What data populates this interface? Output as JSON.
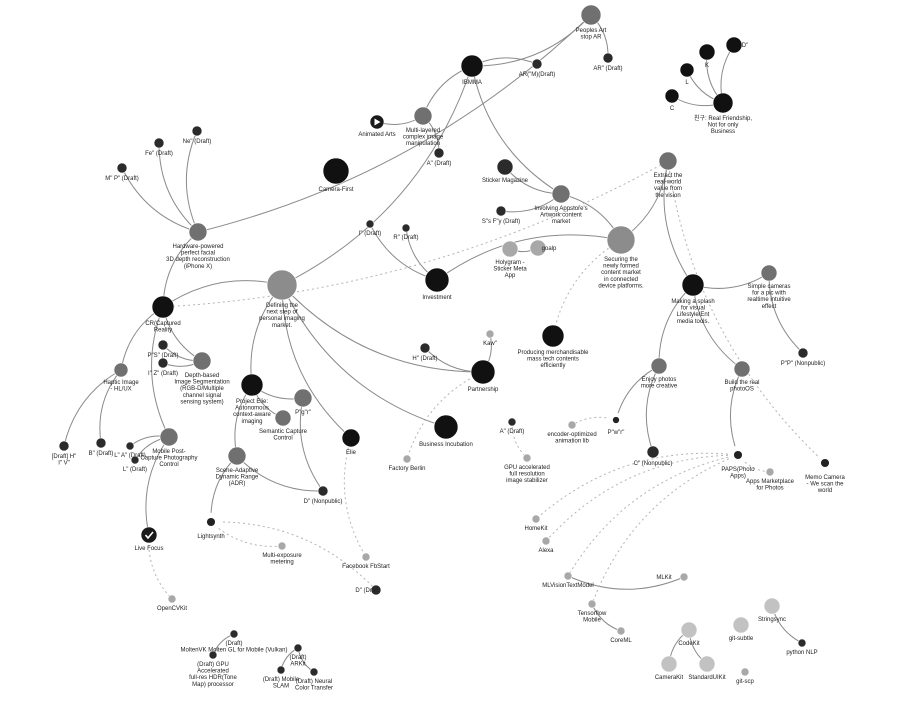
{
  "nodes": [
    {
      "id": "peoples_art",
      "label": "Peoples Art\nstop AR",
      "kind": "mid"
    },
    {
      "id": "ar_m_draft",
      "label": "AR(\"M)(Draft)",
      "kind": "dark"
    },
    {
      "id": "ar_draft",
      "label": "AR\" (Draft)",
      "kind": "dark"
    },
    {
      "id": "ibmma",
      "label": "IBMMA",
      "kind": "black"
    },
    {
      "id": "k",
      "label": "K",
      "kind": "black"
    },
    {
      "id": "d_top",
      "label": "D\"",
      "kind": "black"
    },
    {
      "id": "l_top",
      "label": "L",
      "kind": "black"
    },
    {
      "id": "c_top",
      "label": "C",
      "kind": "black"
    },
    {
      "id": "real_friend",
      "label": "친구: Real Friendship,\nNot for only\nBusiness",
      "kind": "black"
    },
    {
      "id": "animated_arts",
      "label": "Animated Arts",
      "kind": "play"
    },
    {
      "id": "multilayered",
      "label": "Multi-layered\ncomplex image\nmanipulation",
      "kind": "mid"
    },
    {
      "id": "a_draft_mid",
      "label": "A\" (Draft)",
      "kind": "dark"
    },
    {
      "id": "ne_draft",
      "label": "Ne\" (Draft)",
      "kind": "dark"
    },
    {
      "id": "fe_draft",
      "label": "Fe\" (Draft)",
      "kind": "dark"
    },
    {
      "id": "m_p_draft",
      "label": "M\" P\" (Draft)",
      "kind": "dark"
    },
    {
      "id": "hardware_facial",
      "label": "Hardware-powered\nperfect facial\n3D depth reconstruction\n(iPhone X)",
      "kind": "mid"
    },
    {
      "id": "camera_first",
      "label": "Camera-First",
      "kind": "black"
    },
    {
      "id": "sticker_mag",
      "label": "Sticker Magazine",
      "kind": "dark"
    },
    {
      "id": "s_f_draft",
      "label": "S\"s F\"y (Draft)",
      "kind": "dark"
    },
    {
      "id": "involving_appstore",
      "label": "Involving Appstore's\nArtwork content\nmarket",
      "kind": "mid"
    },
    {
      "id": "extract_value",
      "label": "Extract the\nreal-world\nvalue from\nthe vision",
      "kind": "mid"
    },
    {
      "id": "i_draft",
      "label": "I\" (Draft)",
      "kind": "dark"
    },
    {
      "id": "r_draft",
      "label": "R\" (Draft)",
      "kind": "dark"
    },
    {
      "id": "holygram",
      "label": "Holygram -\nSticker Meta\nApp",
      "kind": "light"
    },
    {
      "id": "goalp",
      "label": "goalp",
      "kind": "light"
    },
    {
      "id": "securing_platform",
      "label": "Securing the\nnewly formed\ncontent market\nin connected\ndevice platforms.",
      "kind": "big"
    },
    {
      "id": "investment",
      "label": "Investment",
      "kind": "black"
    },
    {
      "id": "defining_imaging",
      "label": "Defining the\nnext step of\npersonal imaging\nmarket.",
      "kind": "big"
    },
    {
      "id": "cr_reality",
      "label": "CR(Captured\nReality",
      "kind": "black"
    },
    {
      "id": "making_splash",
      "label": "Making a splash\nfor visual\nLifestyle/Ent\nmedia tools.",
      "kind": "black"
    },
    {
      "id": "simple_cameras",
      "label": "Simple cameras\nfor a pic with\nrealtime intuitive\neffect",
      "kind": "mid"
    },
    {
      "id": "p_p_nonpublic",
      "label": "P\"P\" (Nonpublic)",
      "kind": "dark"
    },
    {
      "id": "kaw",
      "label": "Kaw\"",
      "kind": "light"
    },
    {
      "id": "p_s_draft",
      "label": "P\"S\" (Draft)",
      "kind": "dark"
    },
    {
      "id": "depth_seg",
      "label": "Depth-based\nImage Segmentation\n(RGB-D/Multiple\nchannel signal\nsensing system)",
      "kind": "mid"
    },
    {
      "id": "i_z_draft",
      "label": "I\" Z\" (Draft)",
      "kind": "dark"
    },
    {
      "id": "haptic_image",
      "label": "Haptic Image\n- HL/UX",
      "kind": "mid"
    },
    {
      "id": "h_draft",
      "label": "H\" (Draft)",
      "kind": "dark"
    },
    {
      "id": "producing_merch",
      "label": "Producing merchandisable\nmass tech contents\nefficiently",
      "kind": "black"
    },
    {
      "id": "partnership",
      "label": "Partnership",
      "kind": "black"
    },
    {
      "id": "enjoy_photos",
      "label": "Enjoy photos\nmore creative",
      "kind": "mid"
    },
    {
      "id": "build_photos",
      "label": "Build the real\nphotoOS",
      "kind": "mid"
    },
    {
      "id": "project_elie",
      "label": "Project Elie:\nAutonomous\ncontext-aware\nimaging",
      "kind": "black"
    },
    {
      "id": "p_g_draft",
      "label": "P\"g\"r\"",
      "kind": "mid"
    },
    {
      "id": "semantic_capture",
      "label": "Semantic Capture\nControl",
      "kind": "mid"
    },
    {
      "id": "elie",
      "label": "Elie",
      "kind": "black"
    },
    {
      "id": "business_incubation",
      "label": "Business Incubation",
      "kind": "black"
    },
    {
      "id": "a_draft_right",
      "label": "A\" (Draft)",
      "kind": "dark"
    },
    {
      "id": "p_w",
      "label": "P\"w\"r\"",
      "kind": "ring"
    },
    {
      "id": "encoder_anim",
      "label": "encoder-optimized\nanimation lib",
      "kind": "light"
    },
    {
      "id": "c_nonpublic",
      "label": "C\" (Nonpublic)",
      "kind": "dark"
    },
    {
      "id": "draft_h_v",
      "label": "[Draft] H\"\nI\" V\"",
      "kind": "dark"
    },
    {
      "id": "b_draft",
      "label": "B\" (Draft)",
      "kind": "dark"
    },
    {
      "id": "l_a_draft",
      "label": "L\" A\" (Draft)",
      "kind": "dark"
    },
    {
      "id": "l_draft",
      "label": "L\" (Draft)",
      "kind": "dark"
    },
    {
      "id": "mobile_post",
      "label": "Mobile Post-\nCapture Photography\nControl",
      "kind": "mid"
    },
    {
      "id": "scene_adaptive",
      "label": "Scene-Adaptive\nDynamic Range\n(ADR)",
      "kind": "mid"
    },
    {
      "id": "d_nonpublic",
      "label": "D\" (Nonpublic)",
      "kind": "dark"
    },
    {
      "id": "factory_berlin",
      "label": "Factory Berlin",
      "kind": "light"
    },
    {
      "id": "gpu_stabilizer",
      "label": "GPU accelerated\nfull resolution\nimage stabilizer",
      "kind": "light"
    },
    {
      "id": "paps_photo",
      "label": "PAPS(Photo\nApps)",
      "kind": "ring"
    },
    {
      "id": "apps_marketplace",
      "label": "Apps Marketplace\nfor Photos",
      "kind": "light"
    },
    {
      "id": "memo_camera",
      "label": "Memo Camera\n- We scan the\nworld",
      "kind": "ring"
    },
    {
      "id": "live_focus",
      "label": "Live Focus",
      "kind": "check"
    },
    {
      "id": "lightsynth",
      "label": "Lightsynth",
      "kind": "ring"
    },
    {
      "id": "multi_exposure",
      "label": "Multi-exposure\nmetering",
      "kind": "light"
    },
    {
      "id": "facebook_fbstart",
      "label": "Facebook FbStart",
      "kind": "light"
    },
    {
      "id": "homekit",
      "label": "HomeKit",
      "kind": "light"
    },
    {
      "id": "alexa",
      "label": "Alexa",
      "kind": "light"
    },
    {
      "id": "mlvision",
      "label": "MLVisionTextModel",
      "kind": "light"
    },
    {
      "id": "mlkit",
      "label": "MLKit",
      "kind": "light"
    },
    {
      "id": "d_draft_bottom",
      "label": "D\" (Draft)",
      "kind": "dark"
    },
    {
      "id": "opencvkit",
      "label": "OpenCVKit",
      "kind": "light"
    },
    {
      "id": "tensorflow",
      "label": "Tensorflow\nMobile",
      "kind": "light"
    },
    {
      "id": "coreml",
      "label": "CoreML",
      "kind": "light"
    },
    {
      "id": "codekit",
      "label": "CodeKit",
      "kind": "lightbig"
    },
    {
      "id": "gitsubtle",
      "label": "git-subtle",
      "kind": "lightbig"
    },
    {
      "id": "stringsync",
      "label": "Stringsync",
      "kind": "lightbig"
    },
    {
      "id": "python_nlp",
      "label": "python NLP",
      "kind": "dark"
    },
    {
      "id": "camerakit",
      "label": "CameraKit",
      "kind": "lightbig"
    },
    {
      "id": "standarduikit",
      "label": "StandardUIKit",
      "kind": "lightbig"
    },
    {
      "id": "gitscp",
      "label": "git-scp",
      "kind": "light"
    },
    {
      "id": "draft_metal",
      "label": "(Draft)\nMoltenVK Molten GL for Mobile (Vulkan)",
      "kind": "dark"
    },
    {
      "id": "draft_gpu_hdr",
      "label": "(Draft) GPU\nAccelerated\nfull-res HDR(Tone\nMap) processor",
      "kind": "dark"
    },
    {
      "id": "draft_arkit",
      "label": "(Draft)\nARKit",
      "kind": "dark"
    },
    {
      "id": "draft_mobile_slam",
      "label": "(Draft) Mobile\nSLAM",
      "kind": "dark"
    },
    {
      "id": "draft_neural",
      "label": "(Draft) Neural\nColor Transfer",
      "kind": "dark"
    }
  ],
  "edges": [
    [
      "ibmma",
      "peoples_art"
    ],
    [
      "ar_m_draft",
      "ibmma"
    ],
    [
      "ar_draft",
      "peoples_art"
    ],
    [
      "k",
      "real_friend"
    ],
    [
      "d_top",
      "real_friend"
    ],
    [
      "l_top",
      "real_friend"
    ],
    [
      "c_top",
      "real_friend"
    ],
    [
      "ibmma",
      "multilayered"
    ],
    [
      "animated_arts",
      "multilayered"
    ],
    [
      "a_draft_mid",
      "multilayered"
    ],
    [
      "ibmma",
      "involving_appstore"
    ],
    [
      "sticker_mag",
      "involving_appstore"
    ],
    [
      "s_f_draft",
      "involving_appstore"
    ],
    [
      "ne_draft",
      "hardware_facial"
    ],
    [
      "fe_draft",
      "hardware_facial"
    ],
    [
      "m_p_draft",
      "hardware_facial"
    ],
    [
      "hardware_facial",
      "cr_reality"
    ],
    [
      "i_draft",
      "investment"
    ],
    [
      "r_draft",
      "investment"
    ],
    [
      "securing_platform",
      "investment"
    ],
    [
      "holygram",
      "goalp"
    ],
    [
      "defining_imaging",
      "cr_reality"
    ],
    [
      "defining_imaging",
      "ibmma"
    ],
    [
      "defining_imaging",
      "partnership"
    ],
    [
      "defining_imaging",
      "business_incubation"
    ],
    [
      "defining_imaging",
      "elie"
    ],
    [
      "defining_imaging",
      "project_elie"
    ],
    [
      "securing_platform",
      "extract_value"
    ],
    [
      "securing_platform",
      "producing_merch"
    ],
    [
      "securing_platform",
      "involving_appstore"
    ],
    [
      "extract_value",
      "making_splash"
    ],
    [
      "extract_value",
      "memo_camera"
    ],
    [
      "making_splash",
      "simple_cameras"
    ],
    [
      "making_splash",
      "enjoy_photos"
    ],
    [
      "making_splash",
      "build_photos"
    ],
    [
      "simple_cameras",
      "p_p_nonpublic"
    ],
    [
      "enjoy_photos",
      "c_nonpublic"
    ],
    [
      "enjoy_photos",
      "p_w"
    ],
    [
      "build_photos",
      "paps_photo"
    ],
    [
      "paps_photo",
      "apps_marketplace"
    ],
    [
      "cr_reality",
      "haptic_image"
    ],
    [
      "cr_reality",
      "mobile_post"
    ],
    [
      "cr_reality",
      "depth_seg"
    ],
    [
      "p_s_draft",
      "depth_seg"
    ],
    [
      "i_z_draft",
      "depth_seg"
    ],
    [
      "haptic_image",
      "draft_h_v"
    ],
    [
      "haptic_image",
      "b_draft"
    ],
    [
      "mobile_post",
      "l_a_draft"
    ],
    [
      "mobile_post",
      "l_draft"
    ],
    [
      "mobile_post",
      "live_focus"
    ],
    [
      "project_elie",
      "p_g_draft"
    ],
    [
      "project_elie",
      "semantic_capture"
    ],
    [
      "project_elie",
      "scene_adaptive"
    ],
    [
      "scene_adaptive",
      "lightsynth"
    ],
    [
      "scene_adaptive",
      "d_nonpublic"
    ],
    [
      "p_g_draft",
      "d_nonpublic"
    ],
    [
      "lightsynth",
      "multi_exposure"
    ],
    [
      "elie",
      "facebook_fbstart"
    ],
    [
      "partnership",
      "kaw"
    ],
    [
      "partnership",
      "factory_berlin"
    ],
    [
      "h_draft",
      "partnership"
    ],
    [
      "a_draft_right",
      "gpu_stabilizer"
    ],
    [
      "p_w",
      "encoder_anim"
    ],
    [
      "live_focus",
      "opencvkit"
    ],
    [
      "d_draft_bottom",
      "lightsynth"
    ],
    [
      "paps_photo",
      "homekit"
    ],
    [
      "paps_photo",
      "alexa"
    ],
    [
      "paps_photo",
      "mlvision"
    ],
    [
      "mlvision",
      "mlkit"
    ],
    [
      "paps_photo",
      "tensorflow"
    ],
    [
      "tensorflow",
      "coreml"
    ],
    [
      "codekit",
      "camerakit"
    ],
    [
      "codekit",
      "standarduikit"
    ],
    [
      "stringsync",
      "python_nlp"
    ],
    [
      "draft_metal",
      "draft_gpu_hdr"
    ],
    [
      "draft_arkit",
      "draft_mobile_slam"
    ],
    [
      "draft_arkit",
      "draft_neural"
    ],
    [
      "hardware_facial",
      "peoples_art"
    ],
    [
      "cr_reality",
      "extract_value"
    ]
  ],
  "colors": {
    "black": "#111111",
    "dark": "#2b2b2b",
    "mid": "#707070",
    "big": "#8c8c8c",
    "light": "#a8a8a8",
    "lightbig": "#c2c2c2",
    "edge": "#8a8a8a",
    "dotted": "#b4b4b4"
  }
}
